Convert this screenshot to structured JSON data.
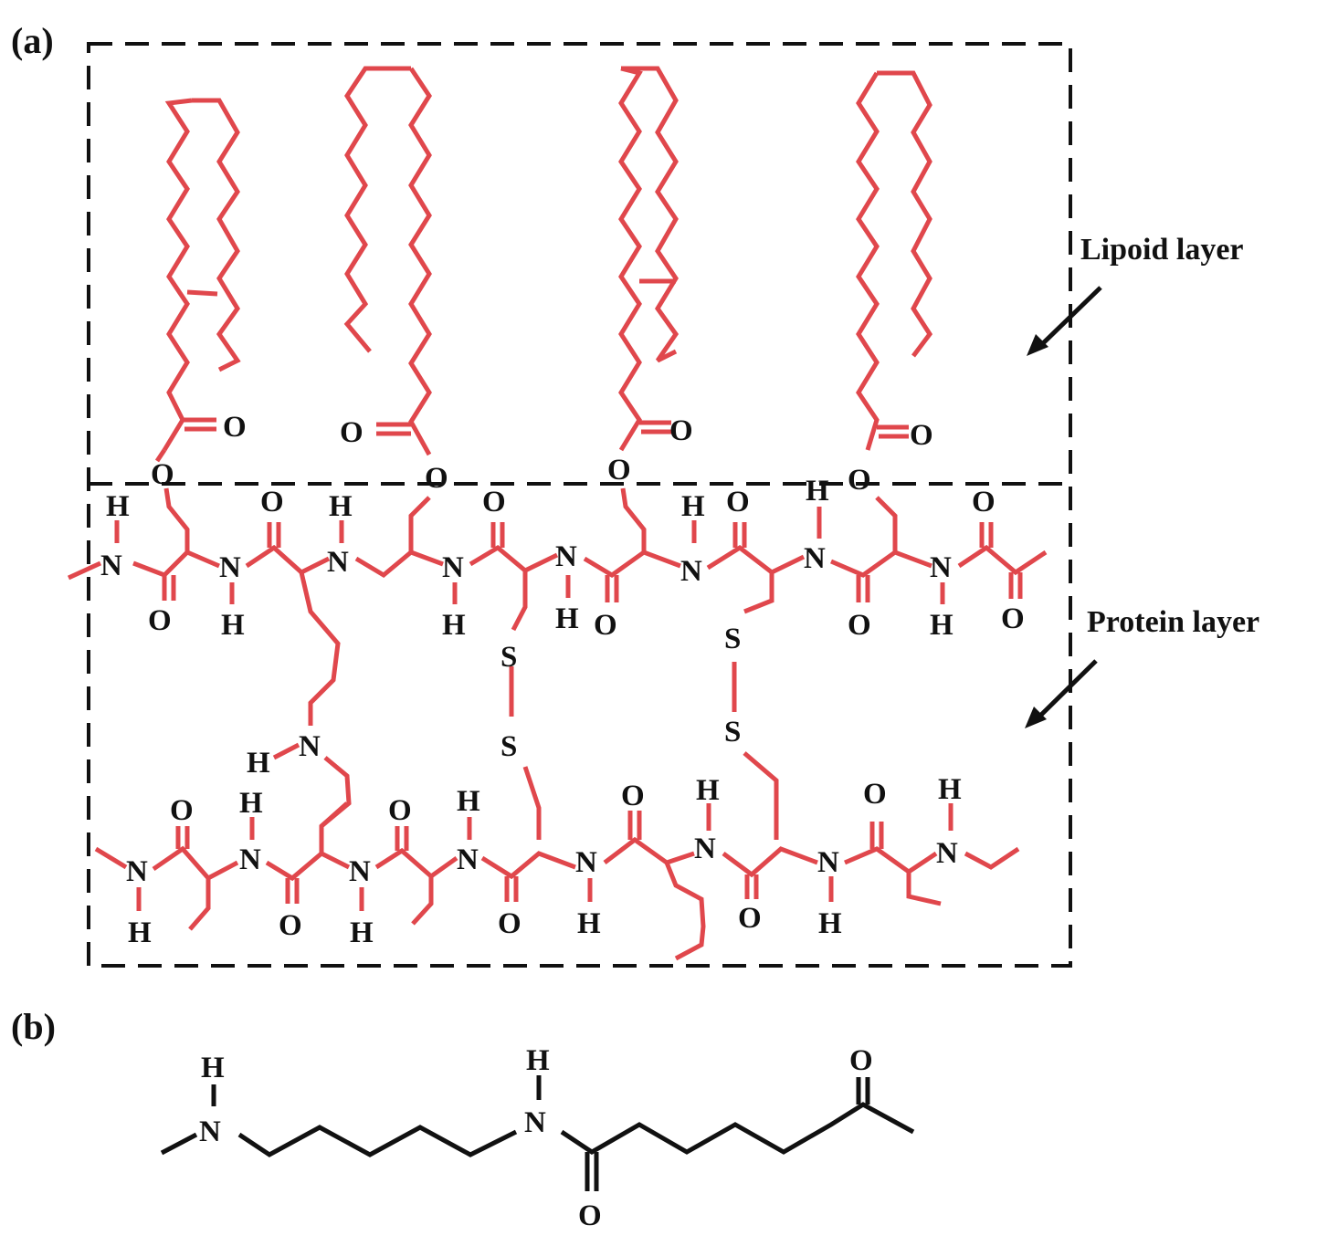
{
  "panels": {
    "a": "(a)",
    "b": "(b)"
  },
  "layers": {
    "lipoid": "Lipoid layer",
    "protein": "Protein layer"
  },
  "atoms": {
    "O": "O",
    "N": "N",
    "H": "H",
    "S": "S"
  },
  "colors": {
    "molecule": "#e0474c",
    "outline": "#111111",
    "label": "#111111"
  }
}
